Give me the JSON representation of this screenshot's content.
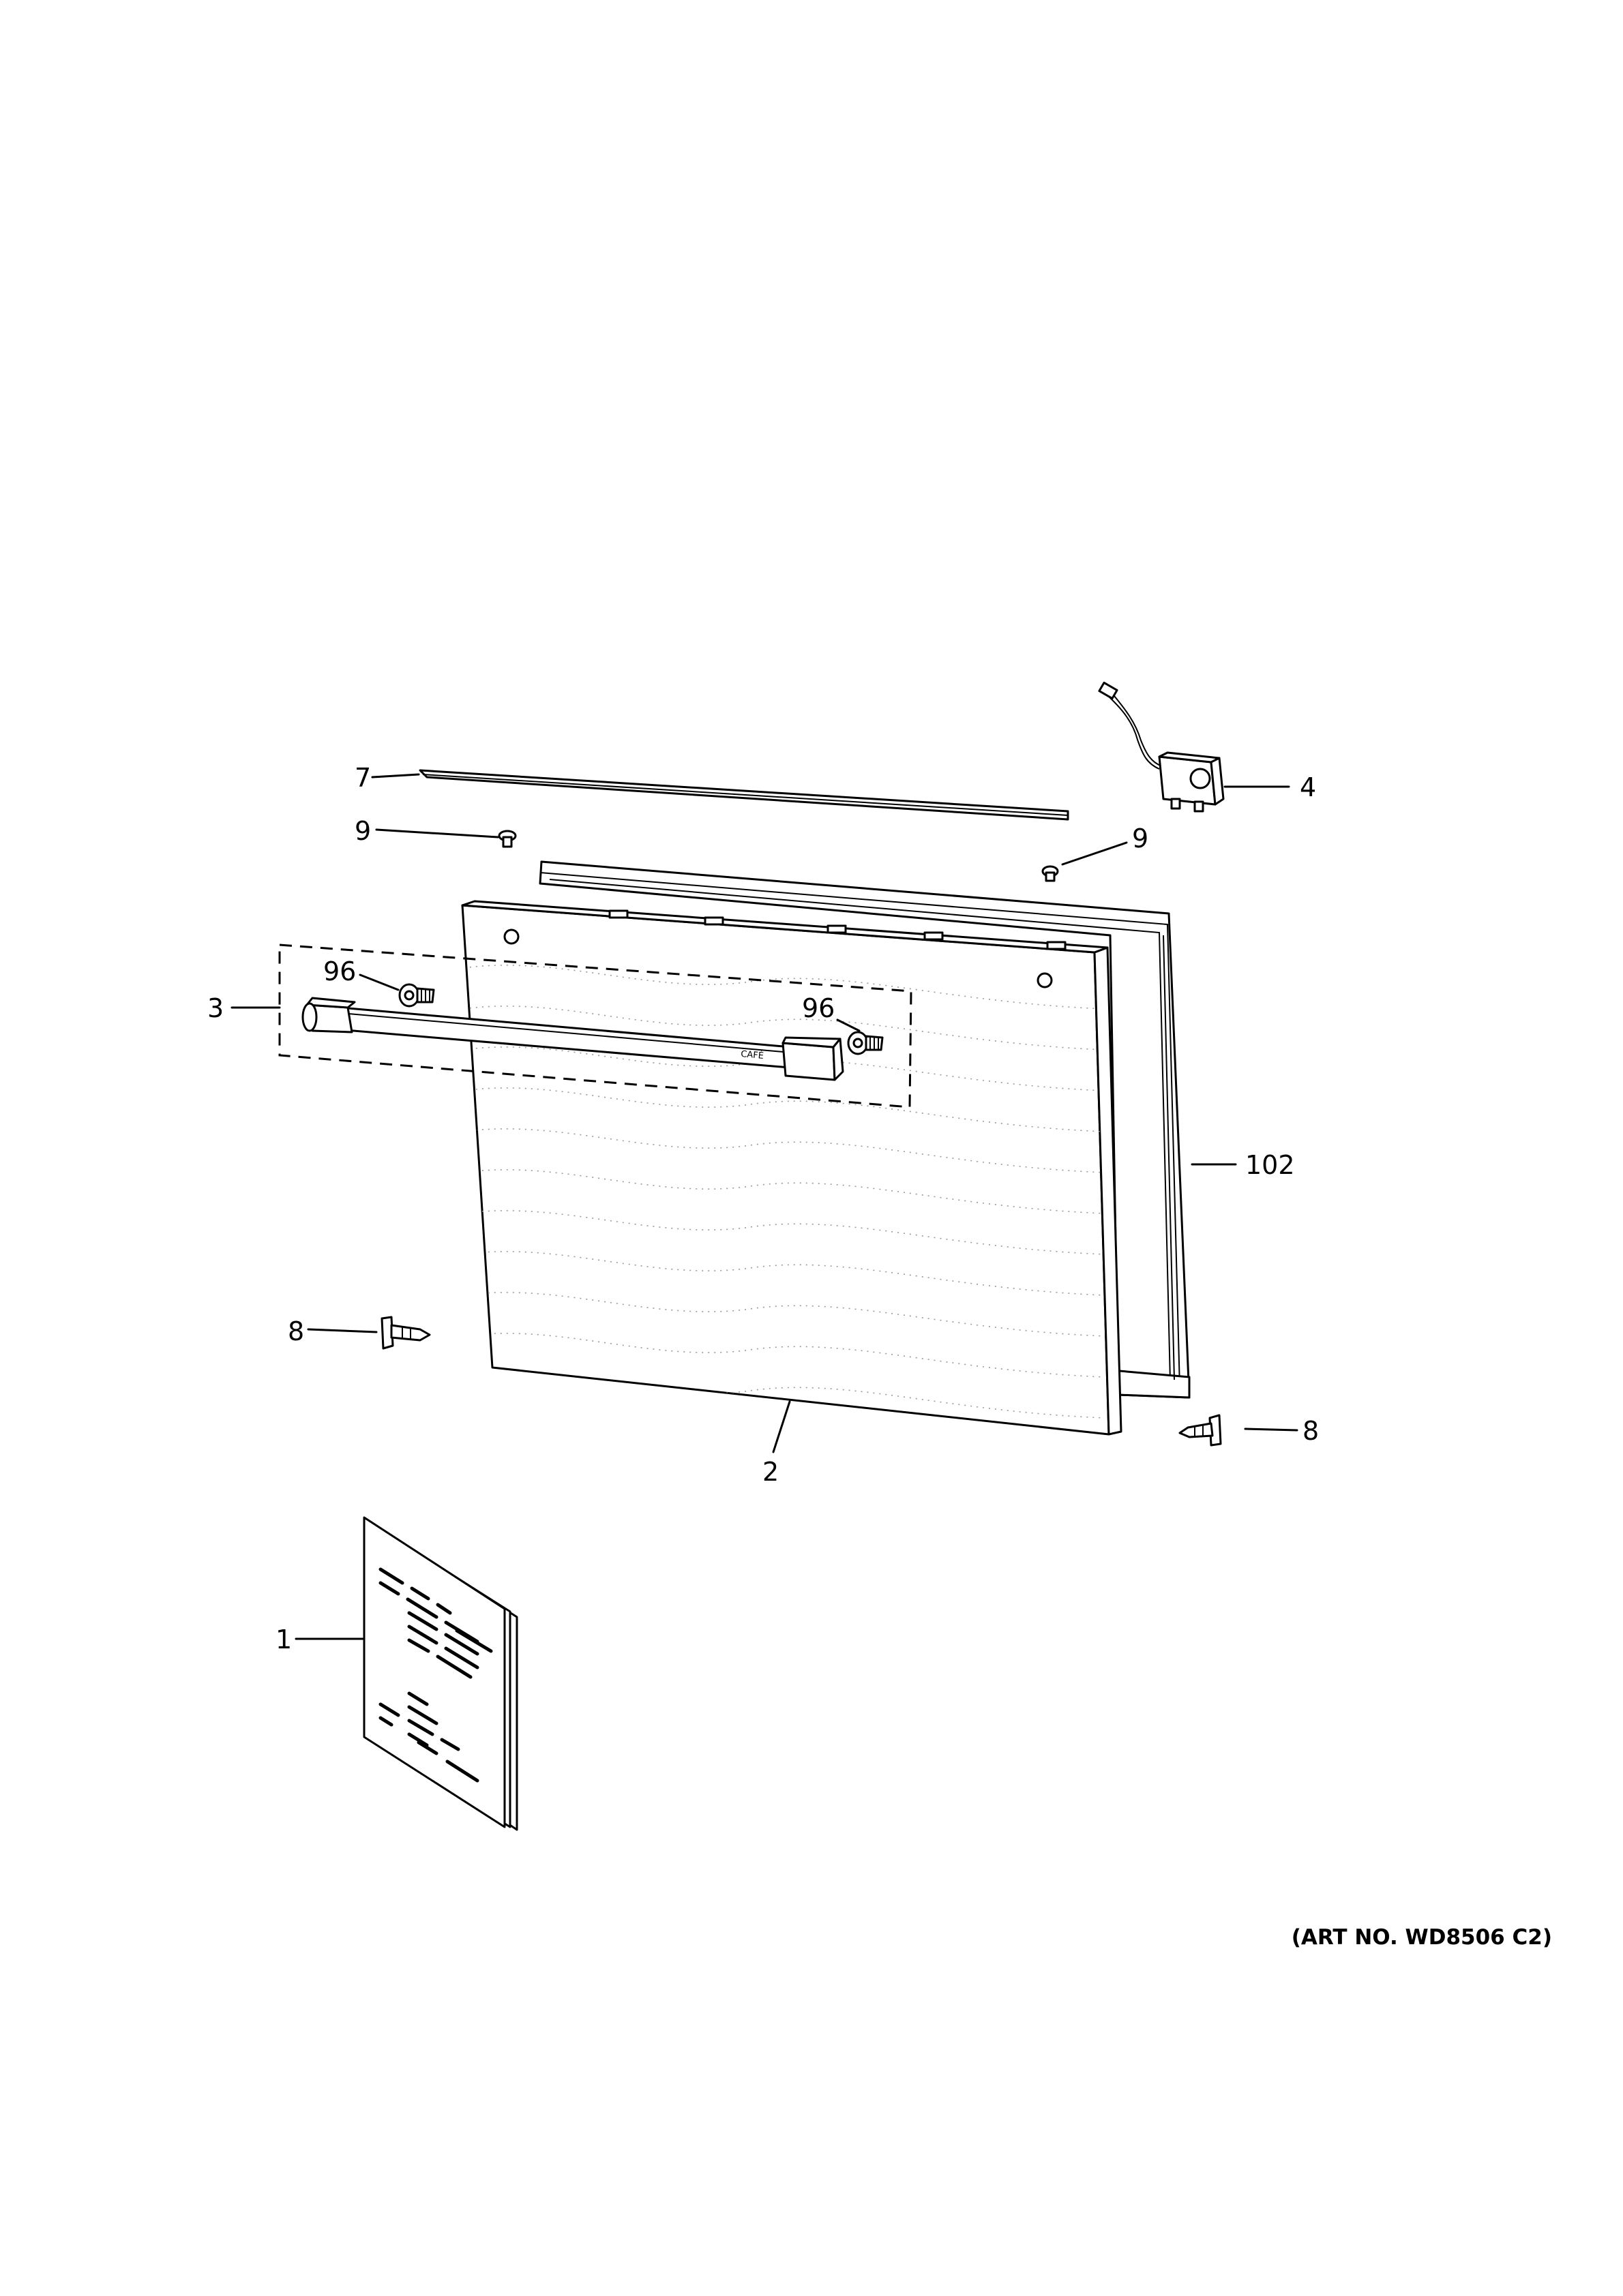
{
  "diagram": {
    "callouts": {
      "c1": "1",
      "c2": "2",
      "c3": "3",
      "c4": "4",
      "c7": "7",
      "c8_left": "8",
      "c8_right": "8",
      "c9_left": "9",
      "c9_right": "9",
      "c96_left": "96",
      "c96_right": "96",
      "c102": "102"
    },
    "handle_logo": "CAFÉ",
    "art_number": "(ART NO. WD8506 C2)"
  }
}
